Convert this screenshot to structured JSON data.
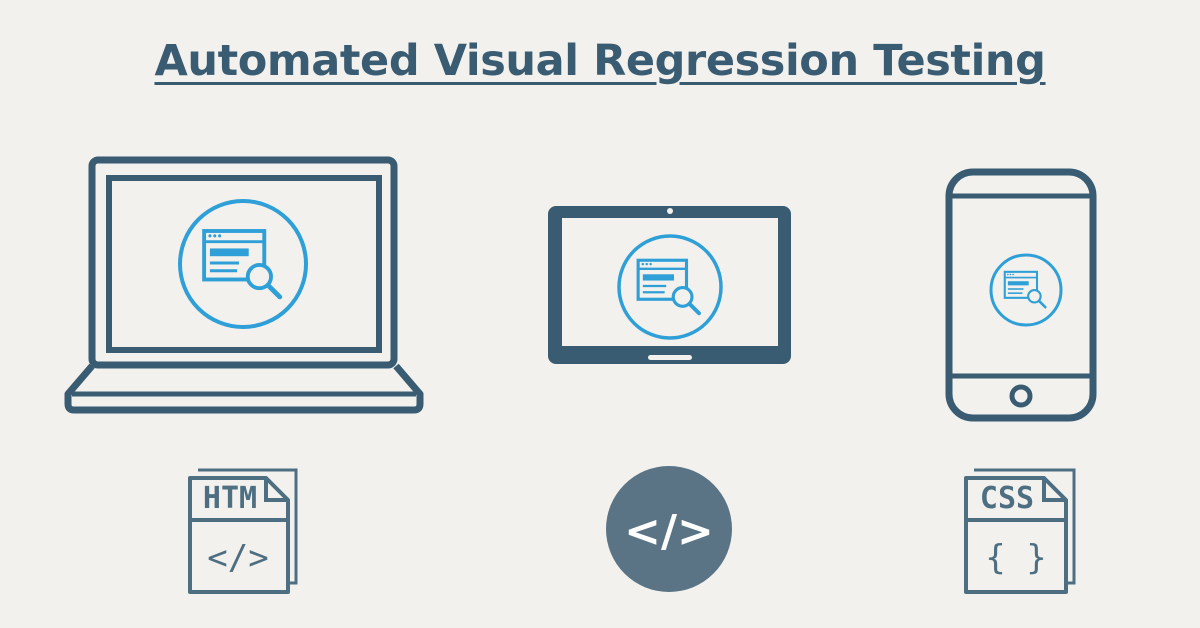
{
  "page": {
    "title": "Automated Visual Regression Testing"
  },
  "colors": {
    "background": "#f2f1ed",
    "device_stroke": "#3a5c73",
    "accent_blue": "#2f9fd8",
    "file_icon": "#4e6e82",
    "code_circle": "#5a7486"
  },
  "devices": [
    {
      "name": "laptop",
      "icon": "web-page-search-icon"
    },
    {
      "name": "tablet",
      "icon": "web-page-search-icon"
    },
    {
      "name": "smartphone",
      "icon": "web-page-search-icon"
    }
  ],
  "files": {
    "html_label": "HTM",
    "html_symbol": "</>",
    "css_label": "CSS",
    "css_symbol": "{ }"
  },
  "code_icon": {
    "symbol": "</>"
  }
}
